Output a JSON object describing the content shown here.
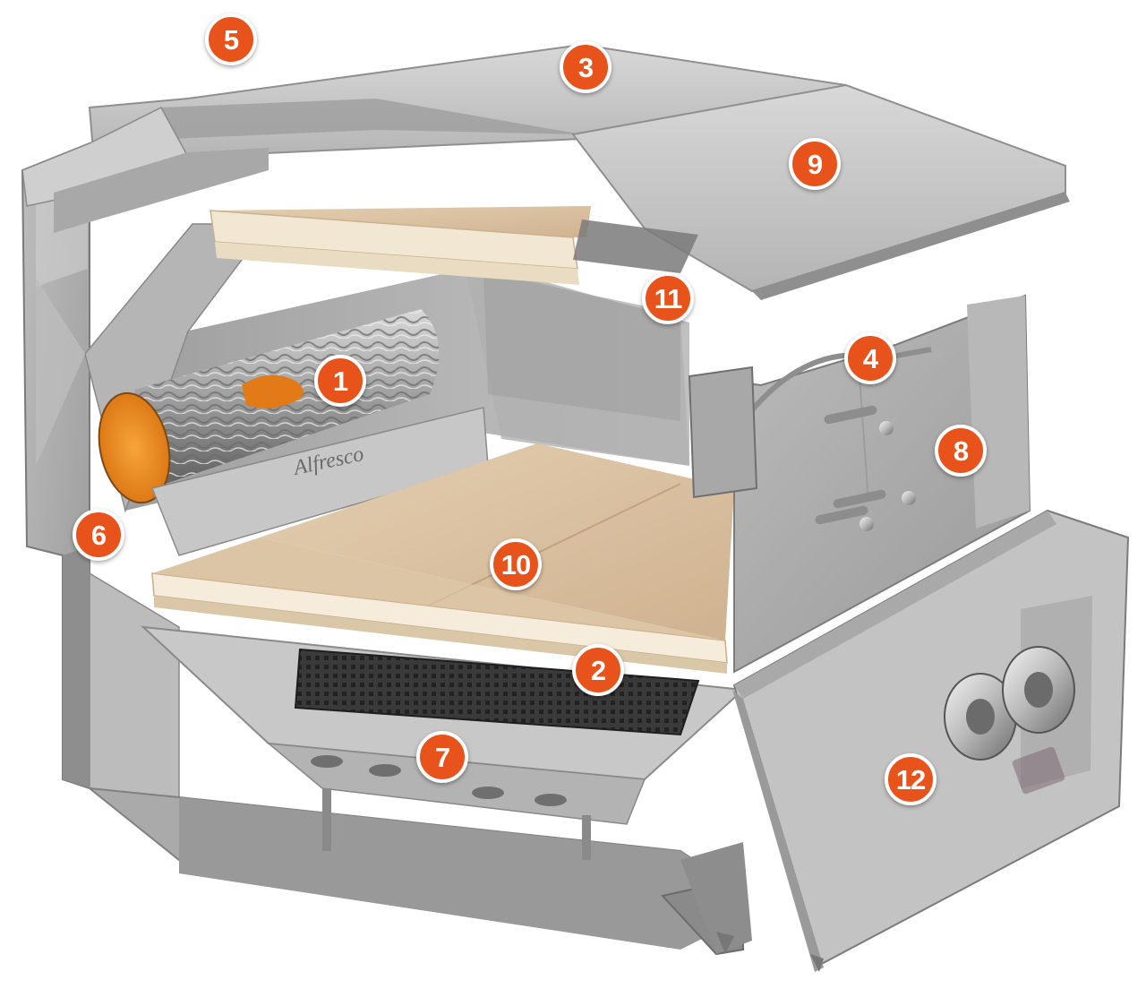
{
  "diagram": {
    "callouts": [
      {
        "id": "5",
        "label": "5"
      },
      {
        "id": "3",
        "label": "3"
      },
      {
        "id": "9",
        "label": "9"
      },
      {
        "id": "11",
        "label": "11"
      },
      {
        "id": "4",
        "label": "4"
      },
      {
        "id": "1",
        "label": "1"
      },
      {
        "id": "8",
        "label": "8"
      },
      {
        "id": "6",
        "label": "6"
      },
      {
        "id": "10",
        "label": "10"
      },
      {
        "id": "2",
        "label": "2"
      },
      {
        "id": "7",
        "label": "7"
      },
      {
        "id": "12",
        "label": "12"
      }
    ],
    "colors": {
      "callout_fill": "#e8531c",
      "callout_text": "#ffffff",
      "steel_light": "#c9c9c9",
      "steel_mid": "#a9a9a9",
      "steel_dark": "#7c7c7c",
      "stone": "#dcc4a4",
      "stone_edge": "#f3ead8",
      "log_end": "#e98a1d"
    }
  }
}
